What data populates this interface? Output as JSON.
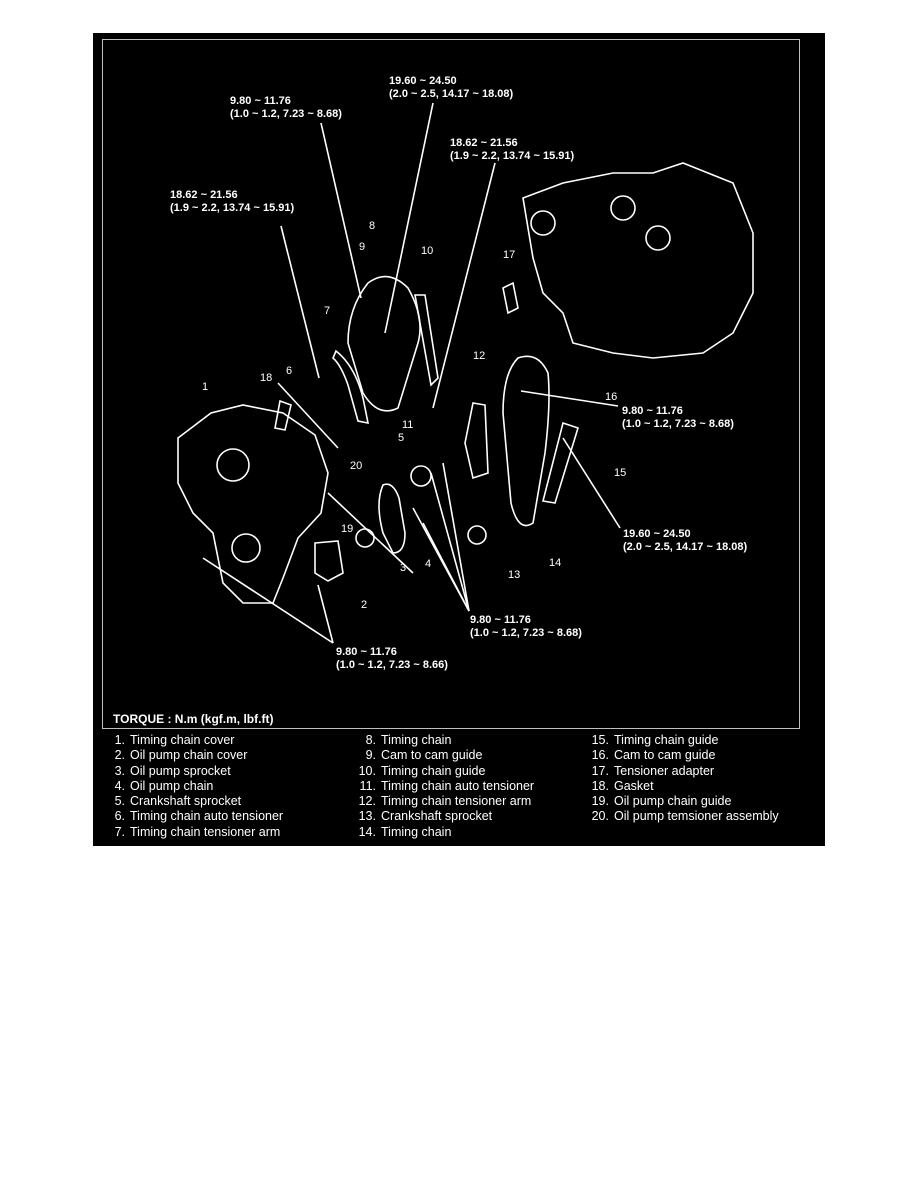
{
  "torque_specs": [
    {
      "range": "19.60 ~ 24.50",
      "detail": "(2.0 ~ 2.5, 14.17 ~ 18.08)"
    },
    {
      "range": "9.80 ~ 11.76",
      "detail": "(1.0 ~ 1.2, 7.23 ~ 8.68)"
    },
    {
      "range": "18.62 ~ 21.56",
      "detail": "(1.9 ~ 2.2, 13.74 ~ 15.91)"
    },
    {
      "range": "18.62 ~ 21.56",
      "detail": "(1.9 ~ 2.2, 13.74 ~ 15.91)"
    },
    {
      "range": "9.80 ~ 11.76",
      "detail": "(1.0 ~ 1.2, 7.23 ~ 8.68)"
    },
    {
      "range": "19.60 ~ 24.50",
      "detail": "(2.0 ~ 2.5, 14.17 ~ 18.08)"
    },
    {
      "range": "9.80 ~ 11.76",
      "detail": "(1.0 ~ 1.2, 7.23 ~ 8.68)"
    },
    {
      "range": "9.80 ~ 11.76",
      "detail": "(1.0 ~ 1.2, 7.23 ~ 8.66)"
    }
  ],
  "callouts": [
    "1",
    "2",
    "3",
    "4",
    "5",
    "6",
    "7",
    "8",
    "9",
    "10",
    "11",
    "12",
    "13",
    "14",
    "15",
    "16",
    "17",
    "18",
    "19",
    "20"
  ],
  "torque_units": "TORQUE : N.m (kgf.m, lbf.ft)",
  "legend": [
    {
      "num": "1.",
      "label": "Timing chain cover"
    },
    {
      "num": "2.",
      "label": "Oil pump chain cover"
    },
    {
      "num": "3.",
      "label": "Oil pump sprocket"
    },
    {
      "num": "4.",
      "label": "Oil pump chain"
    },
    {
      "num": "5.",
      "label": "Crankshaft sprocket"
    },
    {
      "num": "6.",
      "label": "Timing chain auto tensioner"
    },
    {
      "num": "7.",
      "label": "Timing chain tensioner arm"
    },
    {
      "num": "8.",
      "label": "Timing chain"
    },
    {
      "num": "9.",
      "label": "Cam to cam guide"
    },
    {
      "num": "10.",
      "label": "Timing chain guide"
    },
    {
      "num": "11.",
      "label": "Timing chain auto tensioner"
    },
    {
      "num": "12.",
      "label": "Timing chain tensioner arm"
    },
    {
      "num": "13.",
      "label": "Crankshaft sprocket"
    },
    {
      "num": "14.",
      "label": "Timing chain"
    },
    {
      "num": "15.",
      "label": "Timing chain guide"
    },
    {
      "num": "16.",
      "label": "Cam to cam guide"
    },
    {
      "num": "17.",
      "label": "Tensioner adapter"
    },
    {
      "num": "18.",
      "label": "Gasket"
    },
    {
      "num": "19.",
      "label": "Oil pump chain guide"
    },
    {
      "num": "20.",
      "label": "Oil pump temsioner assembly"
    }
  ]
}
